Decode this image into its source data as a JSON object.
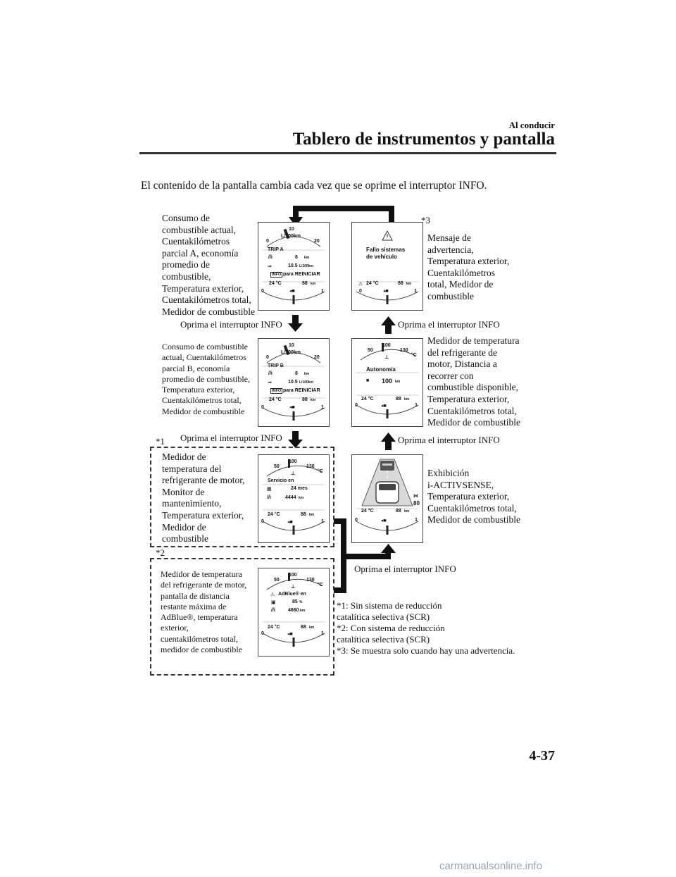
{
  "header": {
    "section": "Al conducir",
    "title": "Tablero de instrumentos y pantalla"
  },
  "intro": "El contenido de la pantalla cambia cada vez que se oprime el interruptor INFO.",
  "press_label": "Oprima el interruptor INFO",
  "marks": {
    "m1": "*1",
    "m2": "*2",
    "m3": "*3"
  },
  "descriptions": {
    "trip_a": [
      "Consumo de",
      "combustible actual,",
      "Cuentakilómetros",
      "parcial A, economía",
      "promedio de",
      "combustible,",
      "Temperatura exterior,",
      "Cuentakilómetros total,",
      "Medidor de combustible"
    ],
    "trip_b": [
      "Consumo de combustible",
      "actual, Cuentakilómetros",
      "parcial B, economía",
      "promedio de combustible,",
      "Temperatura exterior,",
      "Cuentakilómetros total,",
      "Medidor de combustible"
    ],
    "maint": [
      "Medidor de",
      "temperatura del",
      "refrigerante de motor,",
      "Monitor de",
      "mantenimiento,",
      "Temperatura exterior,",
      "Medidor de",
      "combustible"
    ],
    "adblue": [
      "Medidor de temperatura",
      "del refrigerante de motor,",
      "pantalla de distancia",
      "restante máxima de",
      "AdBlue®, temperatura",
      "exterior,",
      "cuentakilómetros total,",
      "medidor de combustible"
    ],
    "warning": [
      "Mensaje de",
      "advertencia,",
      "Temperatura exterior,",
      "Cuentakilómetros",
      "total, Medidor de",
      "combustible"
    ],
    "range": [
      "Medidor de temperatura",
      "del refrigerante de",
      "motor, Distancia a",
      "recorrer con",
      "combustible disponible,",
      "Temperatura exterior,",
      "Cuentakilómetros total,",
      "Medidor de combustible"
    ],
    "iactiv": [
      "Exhibición",
      "i-ACTIVSENSE,",
      "Temperatura exterior,",
      "Cuentakilómetros total,",
      "Medidor de combustible"
    ]
  },
  "footnotes": [
    "*1: Sin sistema de reducción",
    "catalítica selectiva (SCR)",
    "*2: Con sistema de reducción",
    "catalítica selectiva (SCR)",
    "*3: Se muestra solo cuando hay una advertencia."
  ],
  "screens": {
    "common": {
      "temp": "24 °C",
      "odo": "88",
      "km": "km",
      "fuel_e": "0",
      "fuel_f": "1"
    },
    "fuel": {
      "g0": "0",
      "g10": "10",
      "g20": "20",
      "unit": "L/100km",
      "trip_a": "TRIP A",
      "trip_b": "TRIP B",
      "dist": "8",
      "avg": "10.5",
      "avg_unit": "L/100km",
      "info": "INFO",
      "reset": "para REINICIAR"
    },
    "coolant": {
      "c50": "50",
      "c100": "100",
      "c130": "130",
      "c_unit": "°C"
    },
    "maint": {
      "title": "Servicio en",
      "months": "24 mes",
      "km": "4444"
    },
    "adblue": {
      "title": "AdBlue® en",
      "pct": "85",
      "pct_unit": "%",
      "km": "4660"
    },
    "warning": {
      "line1": "Fallo sistemas",
      "line2": "de vehículo"
    },
    "range": {
      "title": "Autonomía",
      "value": "100"
    },
    "iactiv": {
      "speed": "80"
    }
  },
  "page_number": "4-37",
  "watermark": "carmanualsonline.info"
}
